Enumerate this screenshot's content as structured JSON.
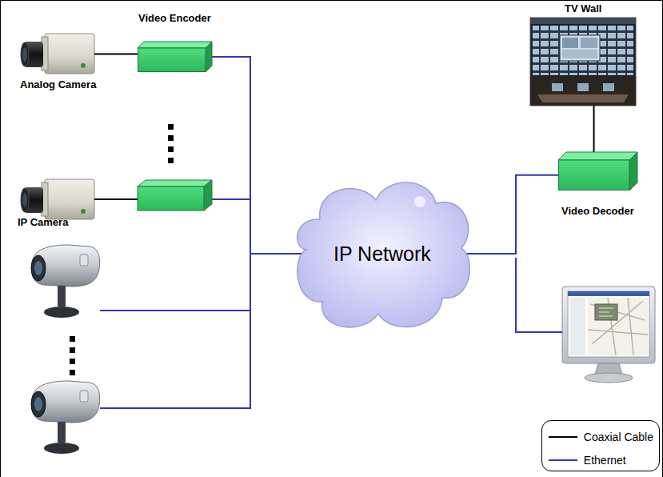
{
  "diagram": {
    "nodes": [
      {
        "text": [
          "Analog Camera"
        ]
      },
      {
        "text": [
          "Video Encoder"
        ]
      },
      {
        "text": [
          "IP Camera"
        ]
      },
      {
        "text": [
          "IP Network"
        ]
      },
      {
        "text": [
          "TV Wall"
        ]
      },
      {
        "text": [
          "Video Decoder"
        ]
      }
    ],
    "edges": [
      {
        "from": 0,
        "to": 1,
        "arrow": "none"
      },
      {
        "from": 1,
        "to": 3,
        "arrow": "none"
      },
      {
        "from": 2,
        "to": 3,
        "arrow": "none"
      },
      {
        "from": 3,
        "to": 5,
        "arrow": "none"
      },
      {
        "from": 5,
        "to": 4,
        "arrow": "none"
      }
    ],
    "legend": [
      {
        "text": "Coaxial Cable"
      },
      {
        "text": "Ethernet"
      }
    ]
  }
}
